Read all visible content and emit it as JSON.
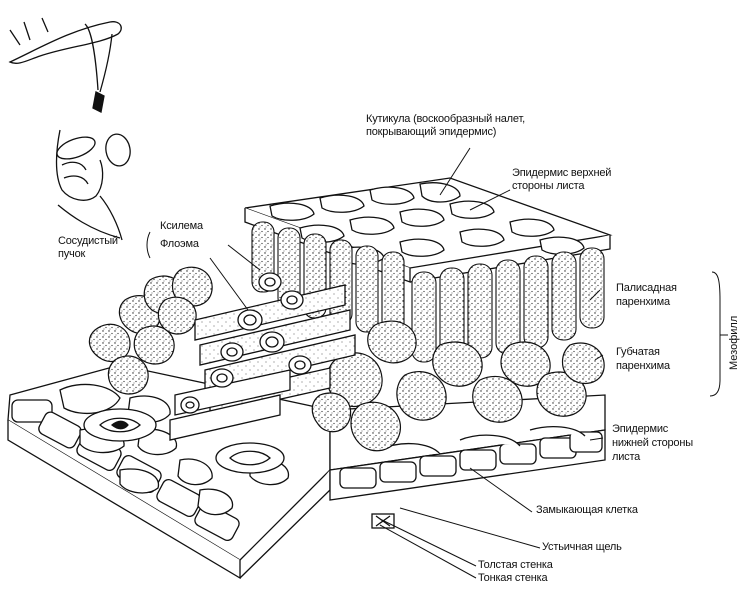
{
  "labels": {
    "cuticle_line1": "Кутикула (воскообразный налет,",
    "cuticle_line2": "покрывающий эпидермис)",
    "upper_epidermis_line1": "Эпидермис верхней",
    "upper_epidermis_line2": "стороны листа",
    "vascular_bundle_line1": "Сосудистый",
    "vascular_bundle_line2": "пучок",
    "xylem": "Ксилема",
    "phloem": "Флоэма",
    "palisade_line1": "Палисадная",
    "palisade_line2": "паренхима",
    "spongy_line1": "Губчатая",
    "spongy_line2": "паренхима",
    "mesophyll": "Мезофилл",
    "lower_epidermis_line1": "Эпидермис",
    "lower_epidermis_line2": "нижней стороны",
    "lower_epidermis_line3": "листа",
    "guard_cell": "Замыкающая клетка",
    "stoma": "Устьичная щель",
    "thick_wall": "Толстая стенка",
    "thin_wall": "Тонкая стенка"
  }
}
